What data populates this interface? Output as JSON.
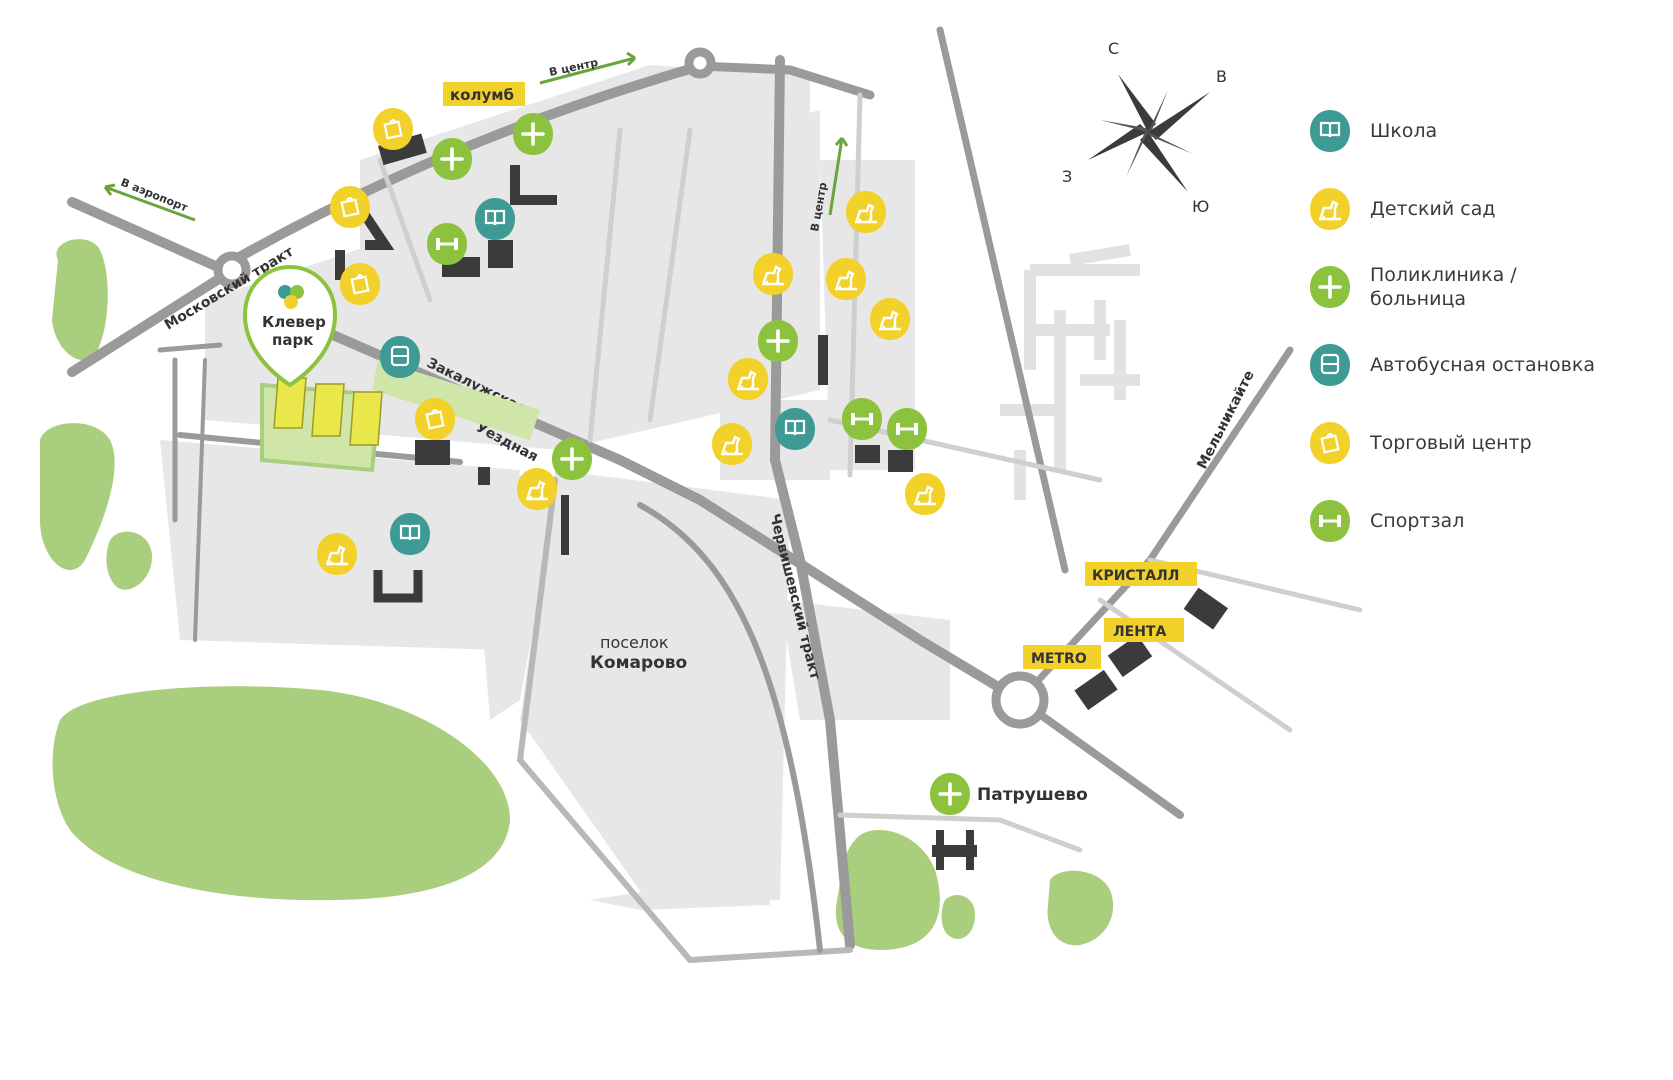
{
  "compass": {
    "north": "С",
    "east": "В",
    "south": "Ю",
    "west": "З"
  },
  "colors": {
    "road": "#9a9a9a",
    "block": "#e7e7e7",
    "park": "#a9cf7e",
    "school": "#3d9a94",
    "kindergarten": "#f2d12b",
    "clinic": "#8dc23f",
    "bus": "#3d9a94",
    "mall": "#f2d12b",
    "gym": "#8dc23f",
    "highlight": "#e9e74a"
  },
  "roads": {
    "moskovsky": "Московский тракт",
    "zakaluzhskaya": "Закалужская",
    "uezdnaya": "Уездная",
    "chervishevsky": "Червишевский тракт",
    "melnikayte": "Мельникайте"
  },
  "directions": {
    "airport": "В аэропорт",
    "center_top": "В центр",
    "center_side": "В центр"
  },
  "places": {
    "project_line1": "Клевер",
    "project_line2": "парк",
    "settlement_line1": "поселок",
    "settlement_line2": "Комарово",
    "patrushevo": "Патрушево"
  },
  "stores": {
    "kolumb": "колумб",
    "kristall": "КРИСТАЛЛ",
    "lenta": "ЛЕНТА",
    "metro": "METRO"
  },
  "legend": [
    {
      "icon": "school-icon",
      "color": "#3d9a94",
      "line1": "Школа",
      "line2": ""
    },
    {
      "icon": "kindergarten-icon",
      "color": "#f2d12b",
      "line1": "Детский сад",
      "line2": ""
    },
    {
      "icon": "clinic-icon",
      "color": "#8dc23f",
      "line1": "Поликлиника /",
      "line2": "больница"
    },
    {
      "icon": "bus-stop-icon",
      "color": "#3d9a94",
      "line1": "Автобусная остановка",
      "line2": ""
    },
    {
      "icon": "mall-icon",
      "color": "#f2d12b",
      "line1": "Торговый центр",
      "line2": ""
    },
    {
      "icon": "gym-icon",
      "color": "#8dc23f",
      "line1": "Спортзал",
      "line2": ""
    }
  ]
}
